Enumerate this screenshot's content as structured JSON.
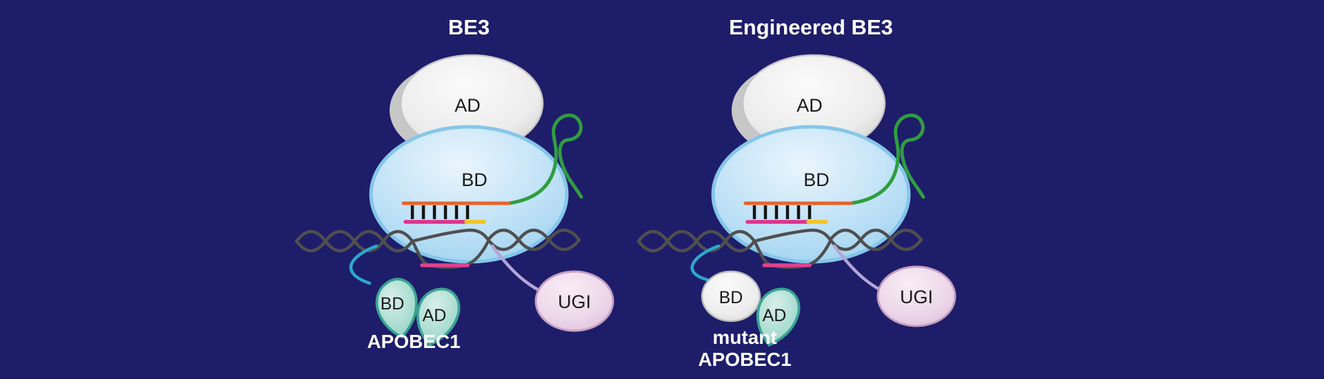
{
  "figure": {
    "background": "#1e1d6a"
  },
  "left_panel": {
    "title": "BE3",
    "ad_label": "AD",
    "bd_label": "BD",
    "apobec_bd_label": "BD",
    "apobec_ad_label": "AD",
    "apobec_caption": "APOBEC1",
    "ugi_label": "UGI"
  },
  "right_panel": {
    "title": "Engineered BE3",
    "ad_label": "AD",
    "bd_label": "BD",
    "apobec_bd_label": "BD",
    "apobec_ad_label": "AD",
    "apobec_caption_line1": "mutant",
    "apobec_caption_line2": "APOBEC1",
    "ugi_label": "UGI"
  },
  "colors": {
    "background": "#1e1d6a",
    "title_text": "#ffffff",
    "cas9_body_stroke": "#85c6ea",
    "ad_domain_fill": "#e9e9e9",
    "sgrna_spacer": "#e8622a",
    "sgrna_scaffold": "#2f9e3f",
    "target_strand": "#e0318e",
    "pam": "#f5c51d",
    "dna": "#4f4f4f",
    "editing_window": "#e0418c",
    "apobec_linker": "#2ba9cc",
    "ugi_linker": "#b3a5d6",
    "apobec_stroke": "#3aa392",
    "ugi_stroke": "#c5a0c2",
    "basepair_ticks": "#141414"
  }
}
